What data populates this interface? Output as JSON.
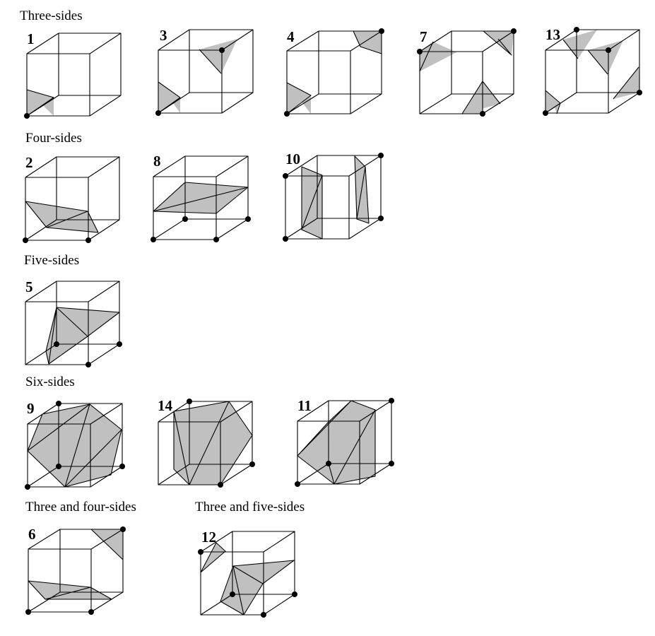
{
  "sections": {
    "three_sides": "Three-sides",
    "four_sides": "Four-sides",
    "five_sides": "Five-sides",
    "six_sides": "Six-sides",
    "three_and_four_sides": "Three and four-sides",
    "three_and_five_sides": "Three and five-sides"
  },
  "cases": [
    {
      "label": "1"
    },
    {
      "label": "3"
    },
    {
      "label": "4"
    },
    {
      "label": "7"
    },
    {
      "label": "13"
    },
    {
      "label": "2"
    },
    {
      "label": "8"
    },
    {
      "label": "10"
    },
    {
      "label": "5"
    },
    {
      "label": "9"
    },
    {
      "label": "14"
    },
    {
      "label": "11"
    },
    {
      "label": "6"
    },
    {
      "label": "12"
    }
  ],
  "colors": {
    "edge": "#000000",
    "fill": "#c0c0c0",
    "vertex": "#000000"
  }
}
